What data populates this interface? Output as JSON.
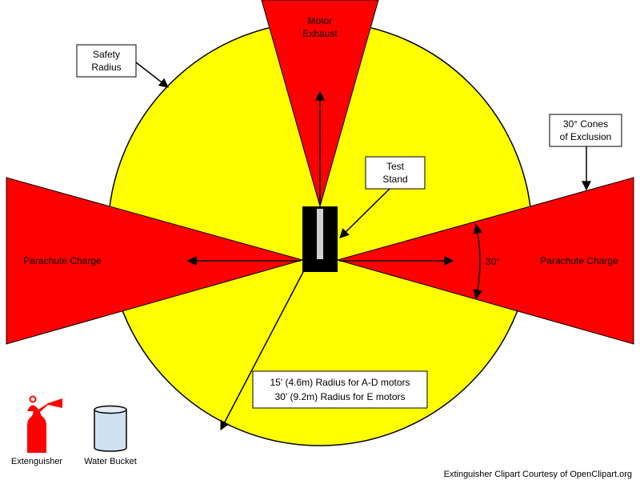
{
  "labels": {
    "motor_exhaust_1": "Motor",
    "motor_exhaust_2": "Exhaust",
    "safety_radius_1": "Safety",
    "safety_radius_2": "Radius",
    "test_stand_1": "Test",
    "test_stand_2": "Stand",
    "cones_1": "30° Cones",
    "cones_2": "of Exclusion",
    "parachute_left": "Parachute Charge",
    "parachute_right": "Parachute Charge",
    "angle": "30°",
    "radius_1": "15' (4.6m) Radius for A-D motors",
    "radius_2": "30' (9.2m) Radius for E motors",
    "extinguisher": "Extenguisher",
    "water_bucket": "Water Bucket",
    "credit": "Extinguisher Clipart Courtesy of OpenClipart.org"
  },
  "colors": {
    "safety_zone": "#ffff00",
    "exclusion": "#ff0000",
    "stand": "#000000",
    "bucket": "#cfe0f0"
  }
}
